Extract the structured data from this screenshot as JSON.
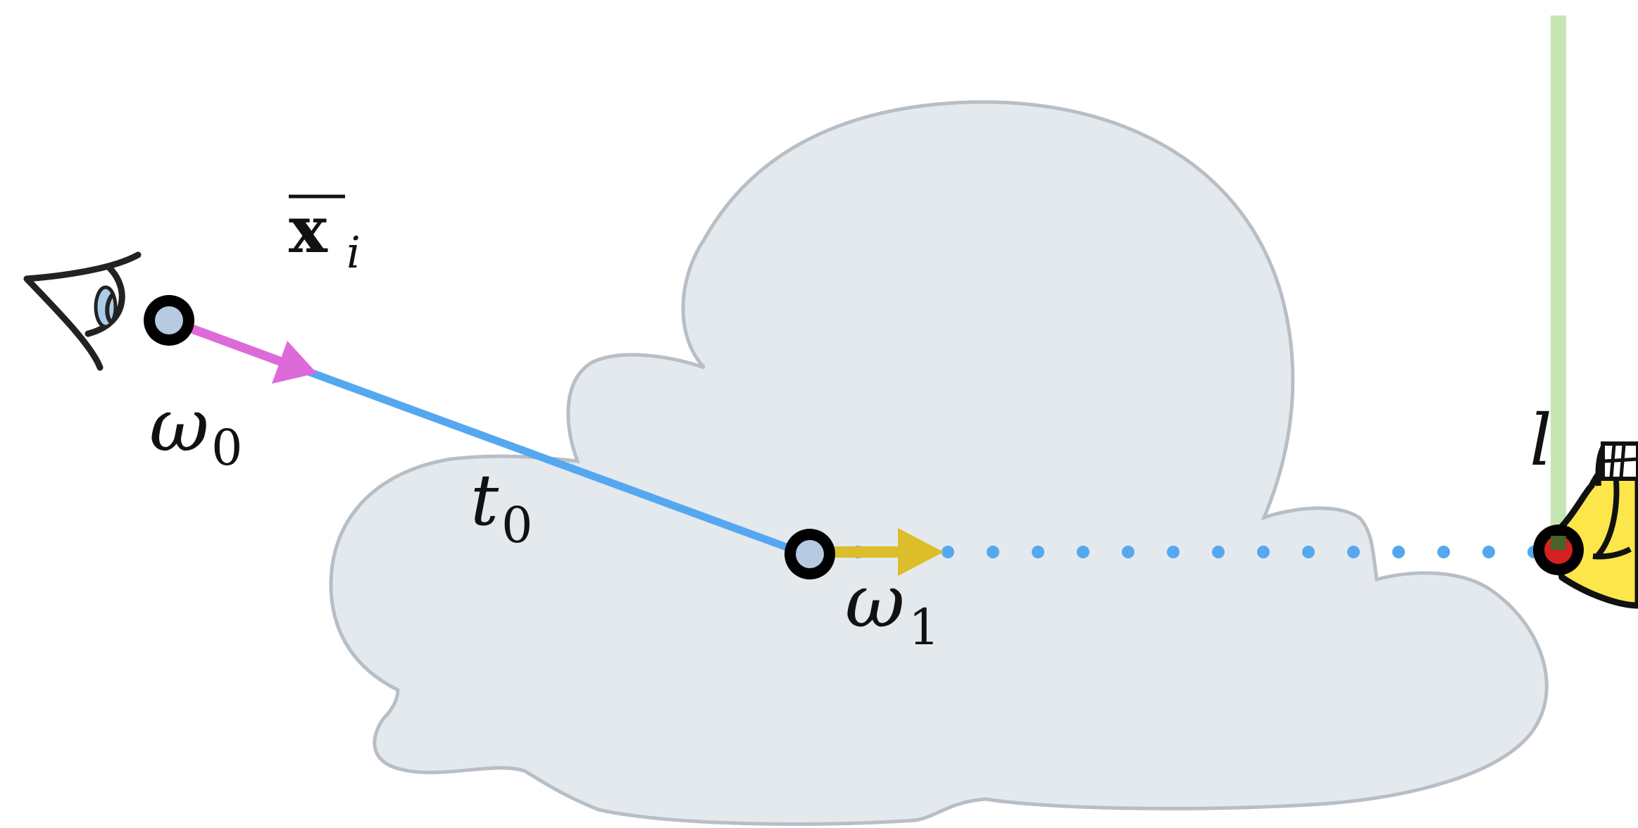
{
  "labels": {
    "mean_symbol": "x",
    "mean_subscript": "i",
    "omega_symbol": "ω",
    "omega0_subscript": "0",
    "t_symbol": "t",
    "t0_subscript": "0",
    "omega1_subscript": "1",
    "light_label": "l"
  },
  "colors": {
    "medium_fill": "#e4e9ee",
    "medium_stroke": "#b8bec5",
    "ray_blue": "#55a8f0",
    "direction_magenta": "#de6ad9",
    "direction_gold": "#dcbd2a",
    "vertex_fill": "#b6cbe2",
    "vertex_ring": "#000000",
    "light_marker": "#b7e0a0",
    "light_point": "#d61f1f",
    "bulb_yellow": "#fde64a"
  },
  "icons": {
    "camera": "eye-icon",
    "light": "lightbulb-icon"
  }
}
